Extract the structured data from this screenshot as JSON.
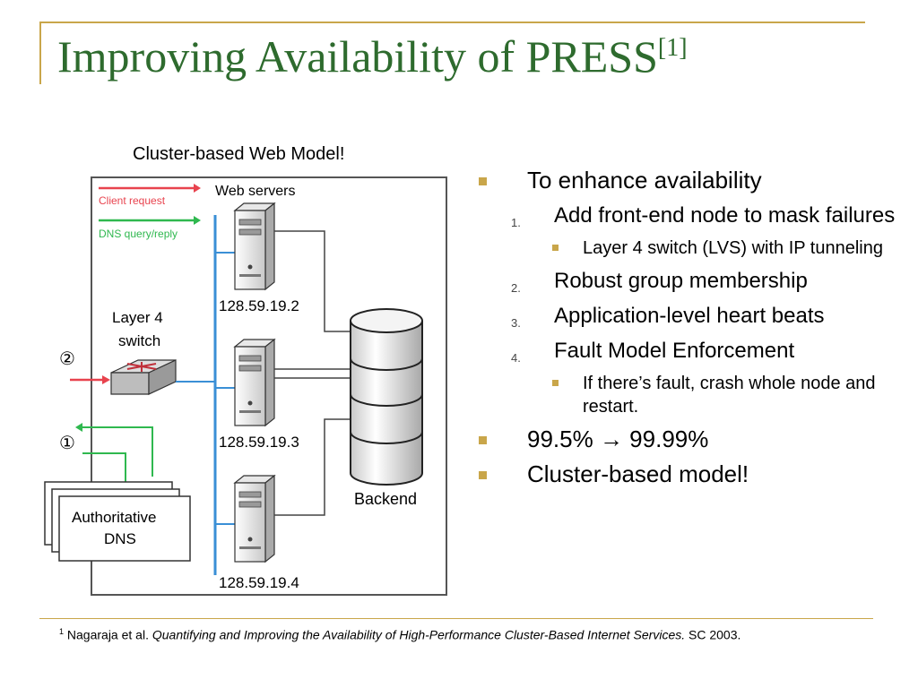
{
  "slide": {
    "title": "Improving Availability of PRESS",
    "title_ref": "[1]",
    "caption": "Cluster-based Web Model!"
  },
  "diagram": {
    "legend": {
      "client_request": "Client request",
      "dns_reply": "DNS query/reply"
    },
    "web_servers_label": "Web servers",
    "switch_label_line1": "Layer 4",
    "switch_label_line2": "switch",
    "servers": [
      {
        "ip": "128.59.19.2"
      },
      {
        "ip": "128.59.19.3"
      },
      {
        "ip": "128.59.19.4"
      }
    ],
    "backend_label": "Backend",
    "dns_label_line1": "Authoritative",
    "dns_label_line2": "DNS",
    "step1": "①",
    "step2": "②",
    "colors": {
      "client_request": "#e8434e",
      "dns_reply": "#2fb84f",
      "network_line": "#3a8fd6",
      "accent": "#c9a64a",
      "title": "#2e6b2e"
    }
  },
  "bullets": {
    "b1": "To enhance availability",
    "n1": "1.",
    "n1_text": "Add front-end node to mask failures",
    "n1_sub": "Layer 4 switch (LVS) with IP tunneling",
    "n2": "2.",
    "n2_text": "Robust group membership",
    "n3": "3.",
    "n3_text": "Application-level heart beats",
    "n4": "4.",
    "n4_text": "Fault Model Enforcement",
    "n4_sub": "If there’s fault, crash whole node and restart.",
    "b2": "99.5% → 99.99%",
    "b3": "Cluster-based model!"
  },
  "footnote": {
    "num": "1",
    "authors": "Nagaraja et al.",
    "paper_title": "Quantifying and Improving the Availability of High-Performance Cluster-Based Internet Services.",
    "venue": "SC 2003."
  }
}
